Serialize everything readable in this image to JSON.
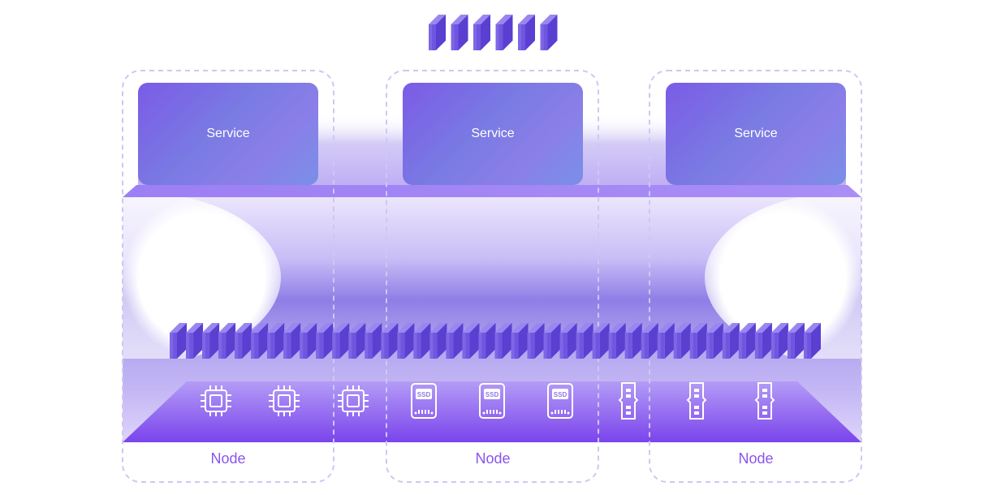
{
  "services": [
    {
      "label": "Service"
    },
    {
      "label": "Service"
    },
    {
      "label": "Service"
    }
  ],
  "nodes": [
    {
      "label": "Node"
    },
    {
      "label": "Node"
    },
    {
      "label": "Node"
    }
  ],
  "resources": [
    {
      "type": "cpu",
      "icon": "cpu-chip-icon"
    },
    {
      "type": "cpu",
      "icon": "cpu-chip-icon"
    },
    {
      "type": "cpu",
      "icon": "cpu-chip-icon"
    },
    {
      "type": "ssd",
      "icon": "ssd-icon",
      "label": "SSD"
    },
    {
      "type": "ssd",
      "icon": "ssd-icon",
      "label": "SSD"
    },
    {
      "type": "ssd",
      "icon": "ssd-icon",
      "label": "SSD"
    },
    {
      "type": "ram",
      "icon": "memory-stick-icon"
    },
    {
      "type": "ram",
      "icon": "memory-stick-icon"
    },
    {
      "type": "ram",
      "icon": "memory-stick-icon"
    }
  ],
  "top_queue_blocks": 6,
  "pool_queue_blocks": 40,
  "colors": {
    "accent": "#8a55ee",
    "block_light": "#9a86f0",
    "block_mid": "#6f56e0",
    "block_dark": "#5a3fd0",
    "dashed_border": "#cdc8f2"
  }
}
